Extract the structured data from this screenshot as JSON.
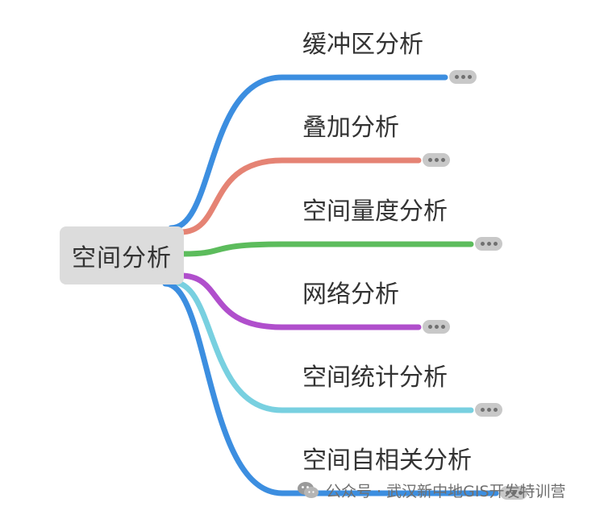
{
  "root": {
    "label": "空间分析"
  },
  "branches": [
    {
      "label": "缓冲区分析",
      "color": "#3c8ee0",
      "collapsed": true
    },
    {
      "label": "叠加分析",
      "color": "#e58374",
      "collapsed": true
    },
    {
      "label": "空间量度分析",
      "color": "#5cbc5c",
      "collapsed": true
    },
    {
      "label": "网络分析",
      "color": "#b04fcc",
      "collapsed": true
    },
    {
      "label": "空间统计分析",
      "color": "#78d0e0",
      "collapsed": true
    },
    {
      "label": "空间自相关分析",
      "color": "#3c8ee0",
      "collapsed": true
    }
  ],
  "watermark": {
    "text": "公众号 · 武汉新中地GIS开发特训营",
    "icon": "wechat-icon"
  },
  "icons": {
    "collapse": "ellipsis-icon"
  }
}
